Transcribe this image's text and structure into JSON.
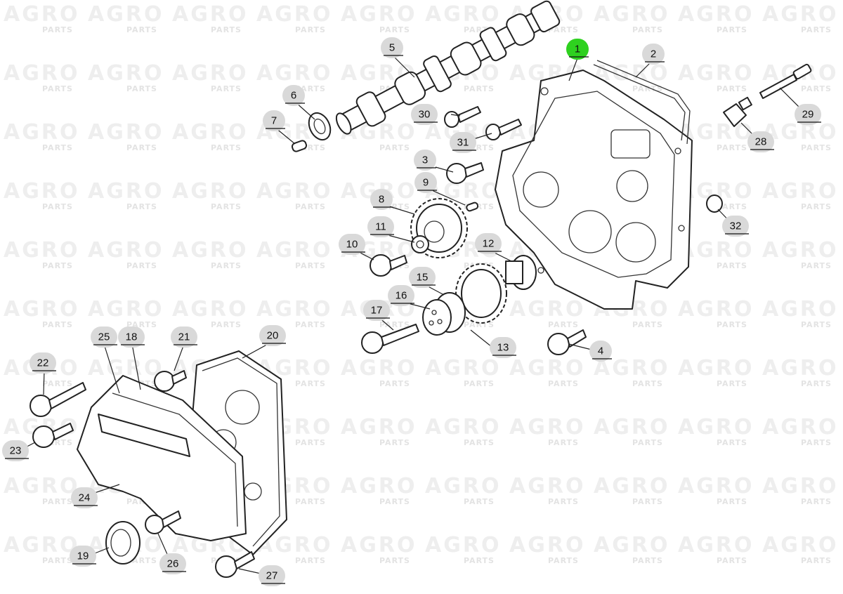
{
  "watermark": {
    "logo": "AGRO",
    "sub": "PARTS"
  },
  "highlight_color": "#2ed11f",
  "callouts": [
    {
      "id": "1",
      "label": "1",
      "highlighted": true
    },
    {
      "id": "2",
      "label": "2"
    },
    {
      "id": "3",
      "label": "3"
    },
    {
      "id": "4",
      "label": "4"
    },
    {
      "id": "5",
      "label": "5"
    },
    {
      "id": "6",
      "label": "6"
    },
    {
      "id": "7",
      "label": "7"
    },
    {
      "id": "8",
      "label": "8"
    },
    {
      "id": "9",
      "label": "9"
    },
    {
      "id": "10",
      "label": "10"
    },
    {
      "id": "11",
      "label": "11"
    },
    {
      "id": "12",
      "label": "12"
    },
    {
      "id": "13",
      "label": "13"
    },
    {
      "id": "15",
      "label": "15"
    },
    {
      "id": "16",
      "label": "16"
    },
    {
      "id": "17",
      "label": "17"
    },
    {
      "id": "18",
      "label": "18"
    },
    {
      "id": "19",
      "label": "19"
    },
    {
      "id": "20",
      "label": "20"
    },
    {
      "id": "21",
      "label": "21"
    },
    {
      "id": "22",
      "label": "22"
    },
    {
      "id": "23",
      "label": "23"
    },
    {
      "id": "24",
      "label": "24"
    },
    {
      "id": "25",
      "label": "25"
    },
    {
      "id": "26",
      "label": "26"
    },
    {
      "id": "27",
      "label": "27"
    },
    {
      "id": "28",
      "label": "28"
    },
    {
      "id": "29",
      "label": "29"
    },
    {
      "id": "30",
      "label": "30"
    },
    {
      "id": "31",
      "label": "31"
    },
    {
      "id": "32",
      "label": "32"
    }
  ]
}
